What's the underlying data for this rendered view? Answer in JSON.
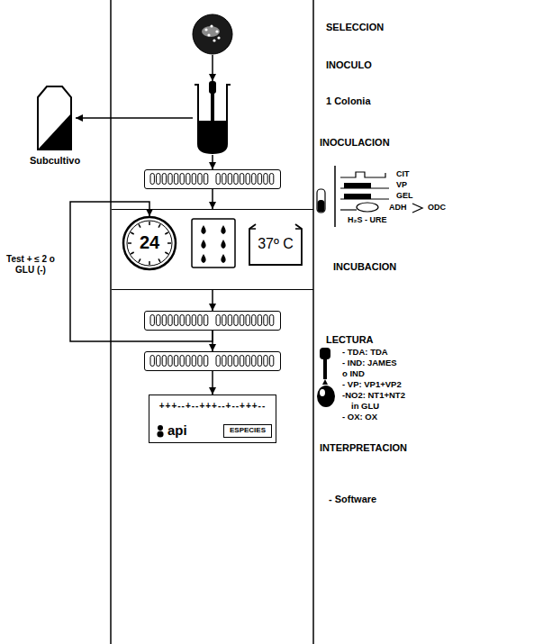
{
  "diagram": {
    "nodes": [
      {
        "text": []
      },
      {
        "text": []
      },
      {
        "text": [
          "Subcultivo"
        ]
      },
      {
        "text": []
      },
      {
        "text": []
      },
      {
        "text": [
          "24"
        ],
        "in": 4
      },
      {
        "text": [],
        "in": 4
      },
      {
        "text": [
          "37º C"
        ],
        "in": 4
      },
      {
        "text": []
      },
      {
        "text": []
      },
      {
        "text": [
          "+++--+--+++--+--+++--",
          "api"
        ]
      },
      {
        "text": [
          "ESPECIES"
        ],
        "in": 10
      }
    ],
    "edges": [
      {
        "from": 0,
        "to": 1,
        "arrow": "to"
      },
      {
        "from": 1,
        "to": 2,
        "arrow": "to"
      },
      {
        "from": 1,
        "to": 3,
        "arrow": "to"
      },
      {
        "from": 3,
        "to": 4,
        "arrow": "to"
      },
      {
        "from": 4,
        "to": 8,
        "arrow": "to"
      },
      {
        "from": 8,
        "to": 9,
        "arrow": "to"
      },
      {
        "from": 9,
        "to": 10,
        "arrow": "to"
      },
      {
        "from": 8,
        "to": 5,
        "label": "Test + ≤ 2 o GLU (-)",
        "arrow": "to"
      }
    ],
    "labels": [
      "SELECCION",
      "INOCULO",
      "1 Colonia",
      "INOCULACION",
      "CIT",
      "VP",
      "GEL",
      "ADH",
      "ODC",
      "H₂S - URE",
      "INCUBACION",
      "LECTURA",
      "- TDA: TDA",
      "- IND: JAMES",
      "o IND",
      "- VP: VP1+VP2",
      "-NO2: NT1+NT2",
      "in GLU",
      "- OX: OX",
      "INTERPRETACION",
      "- Software"
    ]
  }
}
